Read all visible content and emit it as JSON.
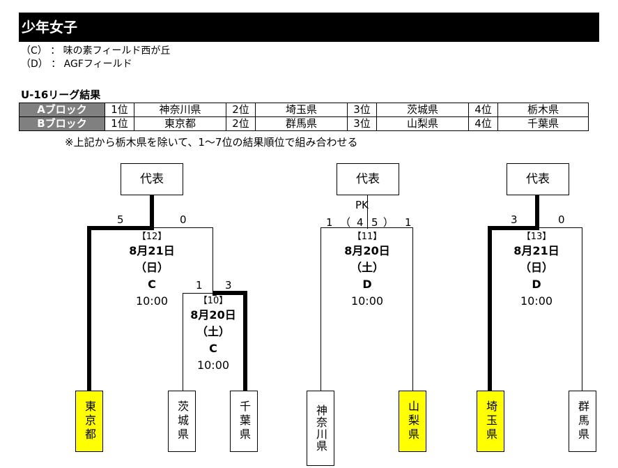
{
  "title": "少年女子",
  "venues": [
    {
      "text": "（C） ： 味の素フィールド西が丘"
    },
    {
      "text": "（D） ： AGFフィールド"
    }
  ],
  "league": {
    "heading": "U-16リーグ結果",
    "rows": [
      {
        "block": "Aブロック",
        "cells": [
          "1位",
          "神奈川県",
          "2位",
          "埼玉県",
          "3位",
          "茨城県",
          "4位",
          "栃木県"
        ]
      },
      {
        "block": "Bブロック",
        "cells": [
          "1位",
          "東京都",
          "2位",
          "群馬県",
          "3位",
          "山梨県",
          "4位",
          "千葉県"
        ]
      }
    ],
    "note": "※上記から栃木県を除いて、1～7位の結果順位で組み合わせる"
  },
  "brackets": {
    "rep_label": "代表",
    "m12": {
      "num": "【12】",
      "date": "8月21日",
      "day": "（日）",
      "venue": "C",
      "time": "10:00",
      "score_left": "5",
      "score_right": "0"
    },
    "m10": {
      "num": "【10】",
      "date": "8月20日",
      "day": "（土）",
      "venue": "C",
      "time": "10:00",
      "score_left": "1",
      "score_right": "3"
    },
    "m11": {
      "num": "【11】",
      "date": "8月20日",
      "day": "（土）",
      "venue": "D",
      "time": "10:00",
      "score_left": "1",
      "score_right": "1",
      "pk_label": "PK",
      "pk_open": "（",
      "pk_left": "4",
      "pk_right": "5",
      "pk_close": "）"
    },
    "m13": {
      "num": "【13】",
      "date": "8月21日",
      "day": "（日）",
      "venue": "D",
      "time": "10:00",
      "score_left": "3",
      "score_right": "0"
    }
  },
  "teams": [
    "東京都",
    "茨城県",
    "千葉県",
    "神奈川県",
    "山梨県",
    "埼玉県",
    "群馬県"
  ],
  "colors": {
    "highlight": "#ffff00",
    "block_bg": "#808080",
    "title_bg": "#000000"
  }
}
